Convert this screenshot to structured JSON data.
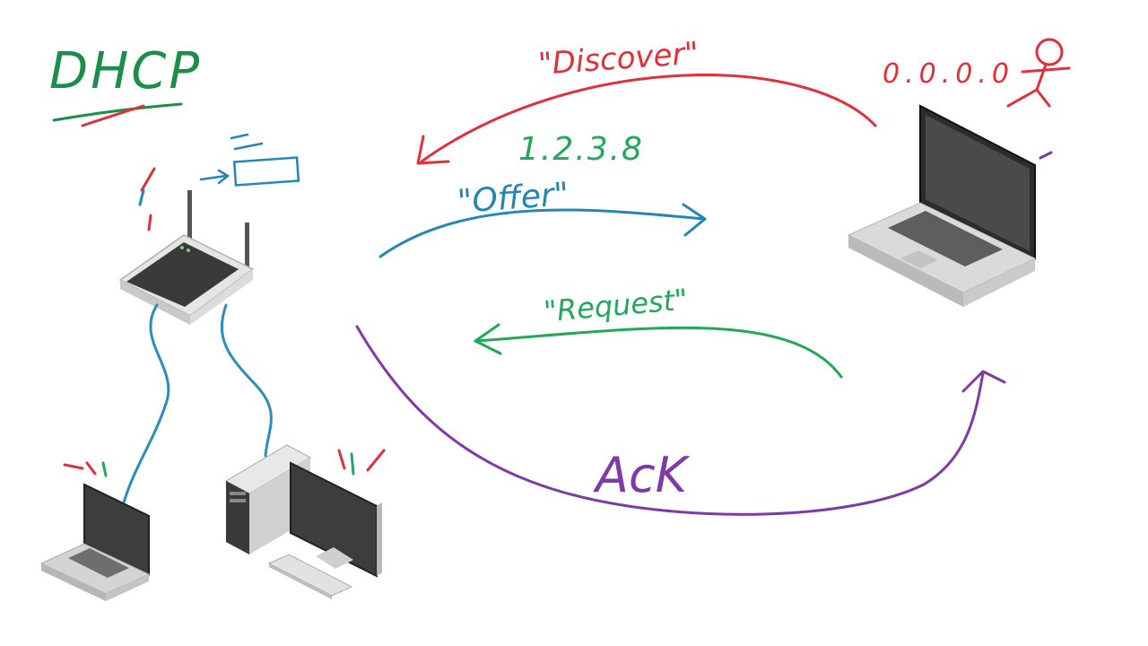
{
  "title": "DHCP",
  "client_ip_before": "0.0.0.0",
  "offered_ip": "1.2.3.8",
  "steps": {
    "discover": "\"Discover\"",
    "offer": "\"Offer\"",
    "request": "\"Request\"",
    "ack": "AcK"
  },
  "colors": {
    "title": "#1a8f4a",
    "discover": "#e0303a",
    "offer": "#2386b8",
    "request": "#22a85a",
    "ack": "#7d3aa8",
    "cable": "#2a8fb8"
  }
}
